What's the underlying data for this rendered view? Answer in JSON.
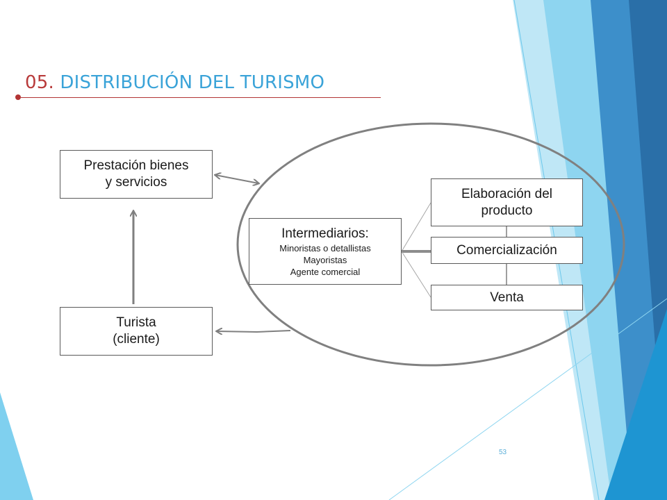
{
  "title": {
    "number": "05.",
    "text": "DISTRIBUCIÓN DEL TURISMO"
  },
  "nodes": {
    "prestacion": {
      "line1": "Prestación bienes",
      "line2": "y servicios"
    },
    "turista": {
      "line1": "Turista",
      "line2": "(cliente)"
    },
    "intermediarios": {
      "heading": "Intermediarios:",
      "items": [
        "Minoristas o detallistas",
        "Mayoristas",
        "Agente comercial"
      ]
    },
    "elaboracion": {
      "line1": "Elaboración del",
      "line2": "producto"
    },
    "comercializacion": {
      "label": "Comercialización"
    },
    "venta": {
      "label": "Venta"
    }
  },
  "page_number": "53",
  "colors": {
    "title_number": "#b83a3a",
    "title_text": "#3aa3d8",
    "title_rule": "#b23434",
    "arrow": "#7f7f7f",
    "ellipse": "#808080",
    "box_border": "#595959"
  }
}
